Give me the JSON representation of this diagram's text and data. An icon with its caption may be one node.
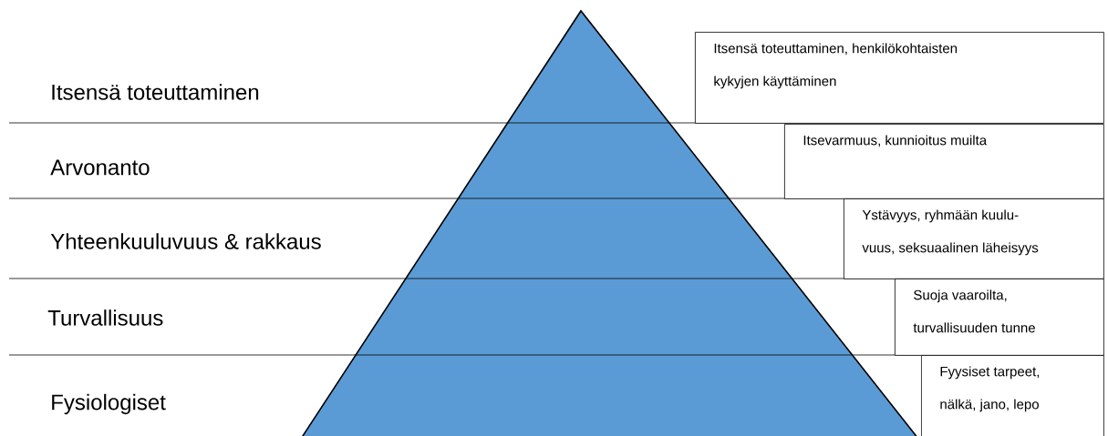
{
  "diagram": {
    "nodes": [
      {
        "text": [
          "Itsensä toteuttaminen, henkilökohtaisten kykyjen käyttäminen"
        ]
      },
      {
        "text": [
          "Itsevarmuus, kunnioitus muilta"
        ]
      },
      {
        "text": [
          "Ystävyys, ryhmään kuulu- vuus, seksuaalinen läheisyys"
        ]
      },
      {
        "text": [
          "Suoja vaaroilta, turvallisuuden tunne"
        ]
      },
      {
        "text": [
          "Fyysiset tarpeet, nälkä, jano, lepo"
        ]
      }
    ],
    "labels": [
      "Itsensä toteuttaminen",
      "Arvonanto",
      "Yhteenkuuluvuus & rakkaus",
      "Turvallisuus",
      "Fysiologiset"
    ]
  }
}
